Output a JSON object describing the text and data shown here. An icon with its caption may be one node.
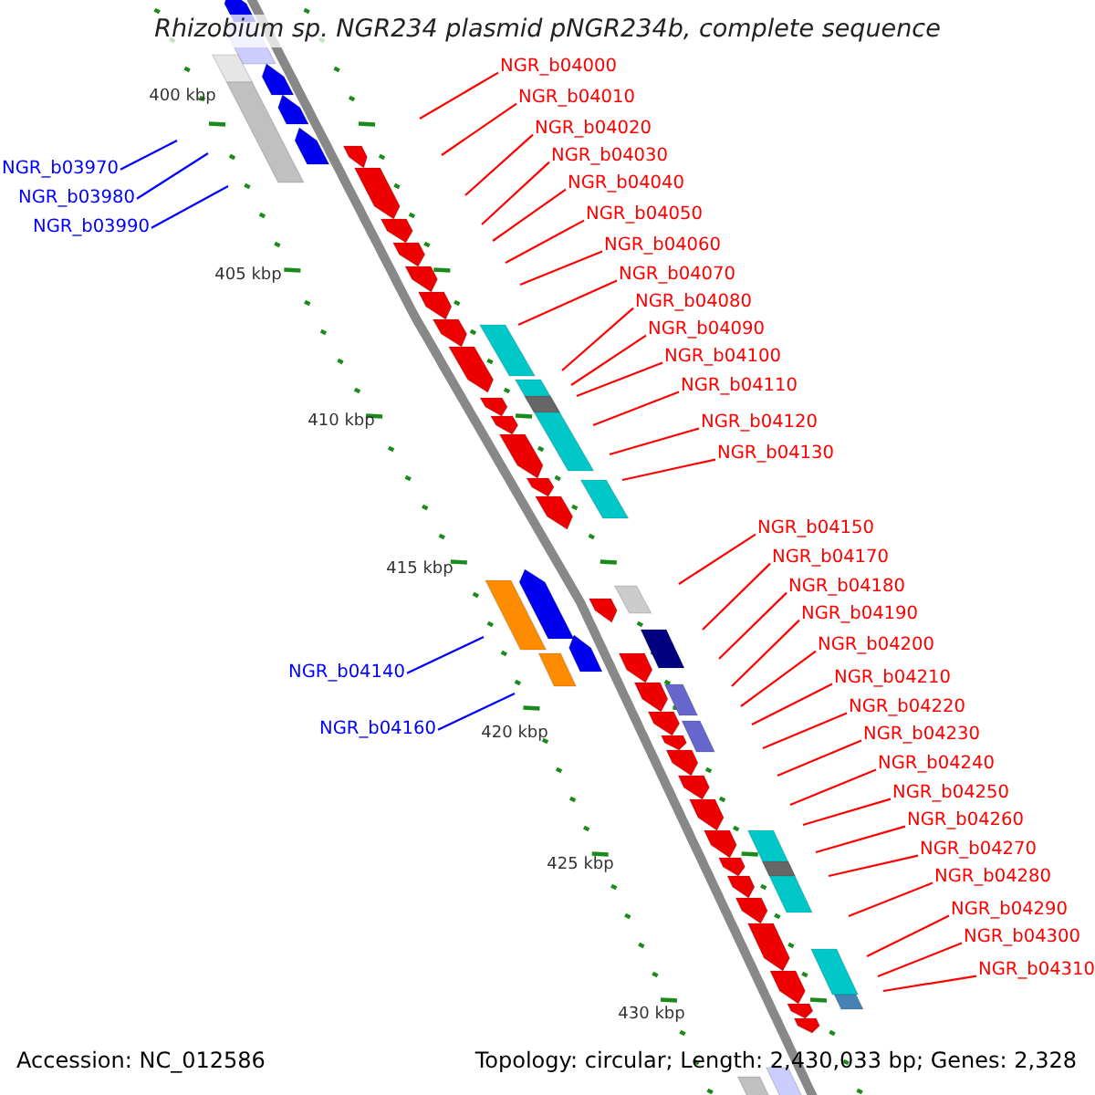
{
  "diagram": {
    "title": "Rhizobium sp. NGR234 plasmid pNGR234b, complete sequence",
    "nodes": [
      {
        "text": [
          "NGR_b03970"
        ]
      },
      {
        "text": [
          "NGR_b03980"
        ]
      },
      {
        "text": [
          "NGR_b03990"
        ]
      },
      {
        "text": [
          "NGR_b04000"
        ]
      },
      {
        "text": [
          "NGR_b04010"
        ]
      },
      {
        "text": [
          "NGR_b04020"
        ]
      },
      {
        "text": [
          "NGR_b04030"
        ]
      },
      {
        "text": [
          "NGR_b04040"
        ]
      },
      {
        "text": [
          "NGR_b04050"
        ]
      },
      {
        "text": [
          "NGR_b04060"
        ]
      },
      {
        "text": [
          "NGR_b04070"
        ]
      },
      {
        "text": [
          "NGR_b04080"
        ]
      },
      {
        "text": [
          "NGR_b04090"
        ]
      },
      {
        "text": [
          "NGR_b04100"
        ]
      },
      {
        "text": [
          "NGR_b04110"
        ]
      },
      {
        "text": [
          "NGR_b04120"
        ]
      },
      {
        "text": [
          "NGR_b04130"
        ]
      },
      {
        "text": [
          "NGR_b04140"
        ]
      },
      {
        "text": [
          "NGR_b04150"
        ]
      },
      {
        "text": [
          "NGR_b04160"
        ]
      },
      {
        "text": [
          "NGR_b04170"
        ]
      },
      {
        "text": [
          "NGR_b04180"
        ]
      },
      {
        "text": [
          "NGR_b04190"
        ]
      },
      {
        "text": [
          "NGR_b04200"
        ]
      },
      {
        "text": [
          "NGR_b04210"
        ]
      },
      {
        "text": [
          "NGR_b04220"
        ]
      },
      {
        "text": [
          "NGR_b04230"
        ]
      },
      {
        "text": [
          "NGR_b04240"
        ]
      },
      {
        "text": [
          "NGR_b04250"
        ]
      },
      {
        "text": [
          "NGR_b04260"
        ]
      },
      {
        "text": [
          "NGR_b04270"
        ]
      },
      {
        "text": [
          "NGR_b04280"
        ]
      },
      {
        "text": [
          "NGR_b04290"
        ]
      },
      {
        "text": [
          "NGR_b04300"
        ]
      },
      {
        "text": [
          "NGR_b04310"
        ]
      }
    ],
    "edges": [
      {
        "from": 0,
        "to": null,
        "arrow": "none",
        "color": "#0000ff"
      },
      {
        "from": 1,
        "to": null,
        "arrow": "none",
        "color": "#0000ff"
      },
      {
        "from": 2,
        "to": null,
        "arrow": "none",
        "color": "#0000ff"
      },
      {
        "from": 3,
        "to": null,
        "arrow": "none"
      },
      {
        "from": 4,
        "to": null,
        "arrow": "none"
      },
      {
        "from": 5,
        "to": null,
        "arrow": "none"
      },
      {
        "from": 6,
        "to": null,
        "arrow": "none"
      },
      {
        "from": 7,
        "to": null,
        "arrow": "none"
      },
      {
        "from": 8,
        "to": null,
        "arrow": "none"
      },
      {
        "from": 9,
        "to": null,
        "arrow": "none"
      },
      {
        "from": 10,
        "to": null,
        "arrow": "none"
      },
      {
        "from": 11,
        "to": null,
        "arrow": "none"
      },
      {
        "from": 12,
        "to": null,
        "arrow": "none"
      },
      {
        "from": 13,
        "to": null,
        "arrow": "none"
      },
      {
        "from": 14,
        "to": null,
        "arrow": "none"
      },
      {
        "from": 15,
        "to": null,
        "arrow": "none"
      },
      {
        "from": 16,
        "to": null,
        "arrow": "none"
      },
      {
        "from": 17,
        "to": null,
        "arrow": "none",
        "color": "#0000ff"
      },
      {
        "from": 18,
        "to": null,
        "arrow": "none"
      },
      {
        "from": 19,
        "to": null,
        "arrow": "none",
        "color": "#0000ff"
      },
      {
        "from": 20,
        "to": null,
        "arrow": "none"
      },
      {
        "from": 21,
        "to": null,
        "arrow": "none"
      },
      {
        "from": 22,
        "to": null,
        "arrow": "none"
      },
      {
        "from": 23,
        "to": null,
        "arrow": "none"
      },
      {
        "from": 24,
        "to": null,
        "arrow": "none"
      },
      {
        "from": 25,
        "to": null,
        "arrow": "none"
      },
      {
        "from": 26,
        "to": null,
        "arrow": "none"
      },
      {
        "from": 27,
        "to": null,
        "arrow": "none"
      },
      {
        "from": 28,
        "to": null,
        "arrow": "none"
      },
      {
        "from": 29,
        "to": null,
        "arrow": "none"
      },
      {
        "from": 30,
        "to": null,
        "arrow": "none"
      },
      {
        "from": 31,
        "to": null,
        "arrow": "none"
      },
      {
        "from": 32,
        "to": null,
        "arrow": "none"
      },
      {
        "from": 33,
        "to": null,
        "arrow": "none"
      },
      {
        "from": 34,
        "to": null,
        "arrow": "none"
      }
    ],
    "labels": [
      "400 kbp",
      "405 kbp",
      "410 kbp",
      "415 kbp",
      "420 kbp",
      "425 kbp",
      "430 kbp",
      "Accession: NC_012586",
      "Topology: circular; Length: 2,430,033 bp; Genes: 2,328"
    ]
  }
}
